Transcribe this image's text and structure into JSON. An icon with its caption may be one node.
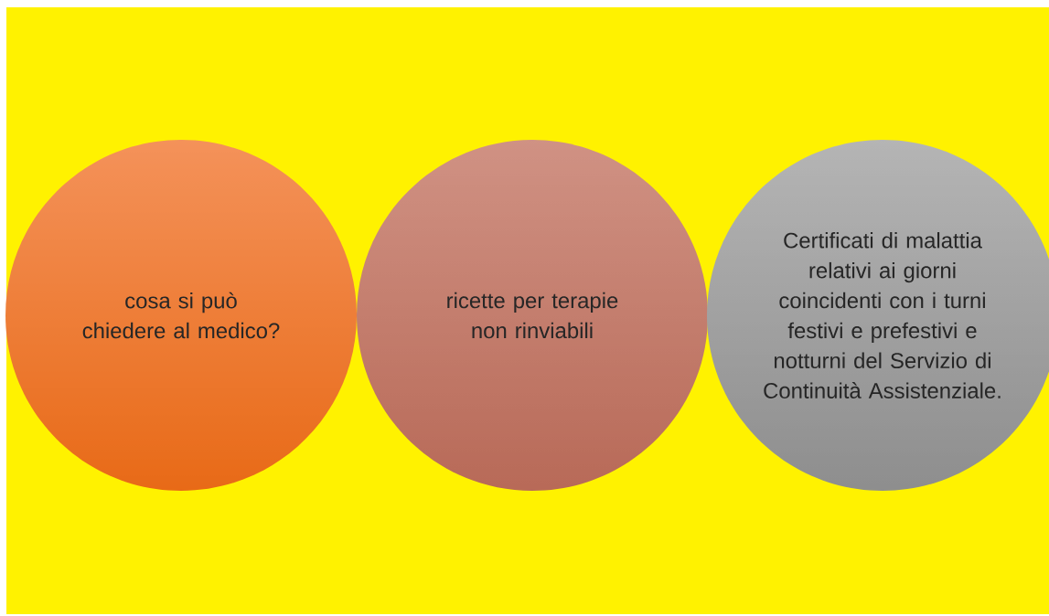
{
  "diagram": {
    "nodes": [
      {
        "text": [
          "cosa si può chiedere al medico?"
        ]
      },
      {
        "text": [
          "ricette per terapie non rinviabili"
        ]
      },
      {
        "text": [
          "Certificati di malattia relativi ai giorni coincidenti con i turni festivi e prefestivi e notturni del Servizio di Continuità Assistenziale."
        ]
      }
    ]
  }
}
